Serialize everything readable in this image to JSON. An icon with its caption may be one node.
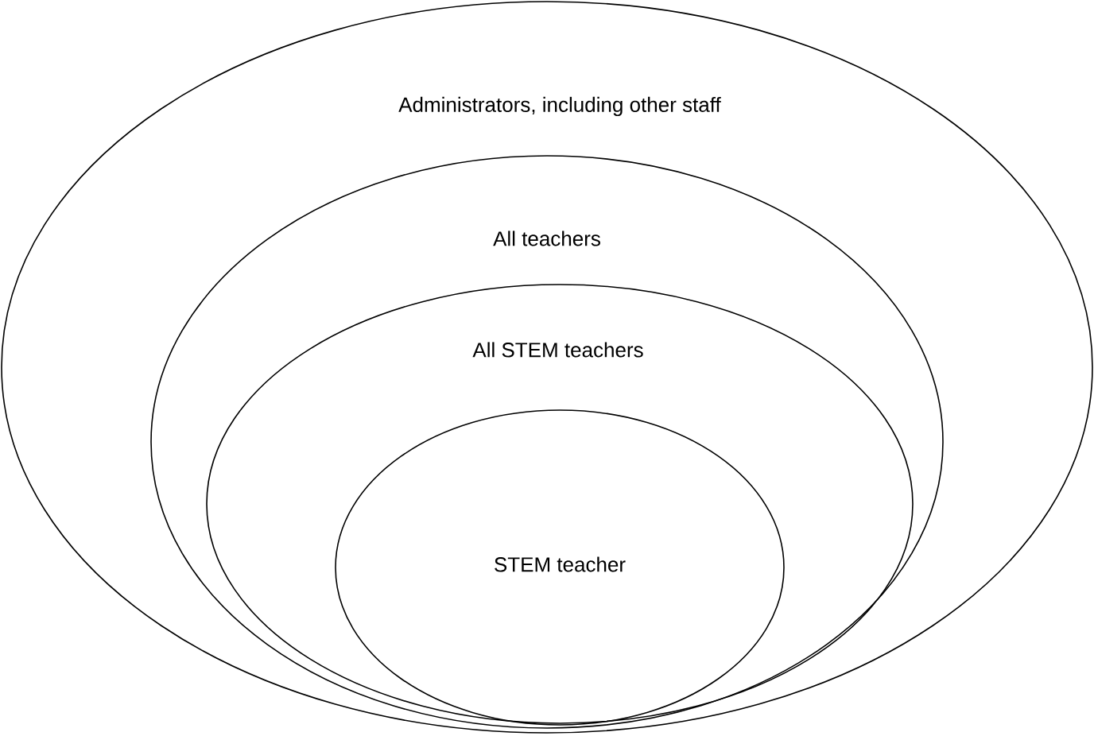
{
  "diagram": {
    "nodes": [
      {
        "text": [
          "Administrators, including other staff"
        ]
      },
      {
        "text": [
          "All teachers"
        ],
        "in": 0
      },
      {
        "text": [
          "All STEM teachers"
        ],
        "in": 1
      },
      {
        "text": [
          "STEM teacher"
        ],
        "in": 2
      }
    ]
  }
}
